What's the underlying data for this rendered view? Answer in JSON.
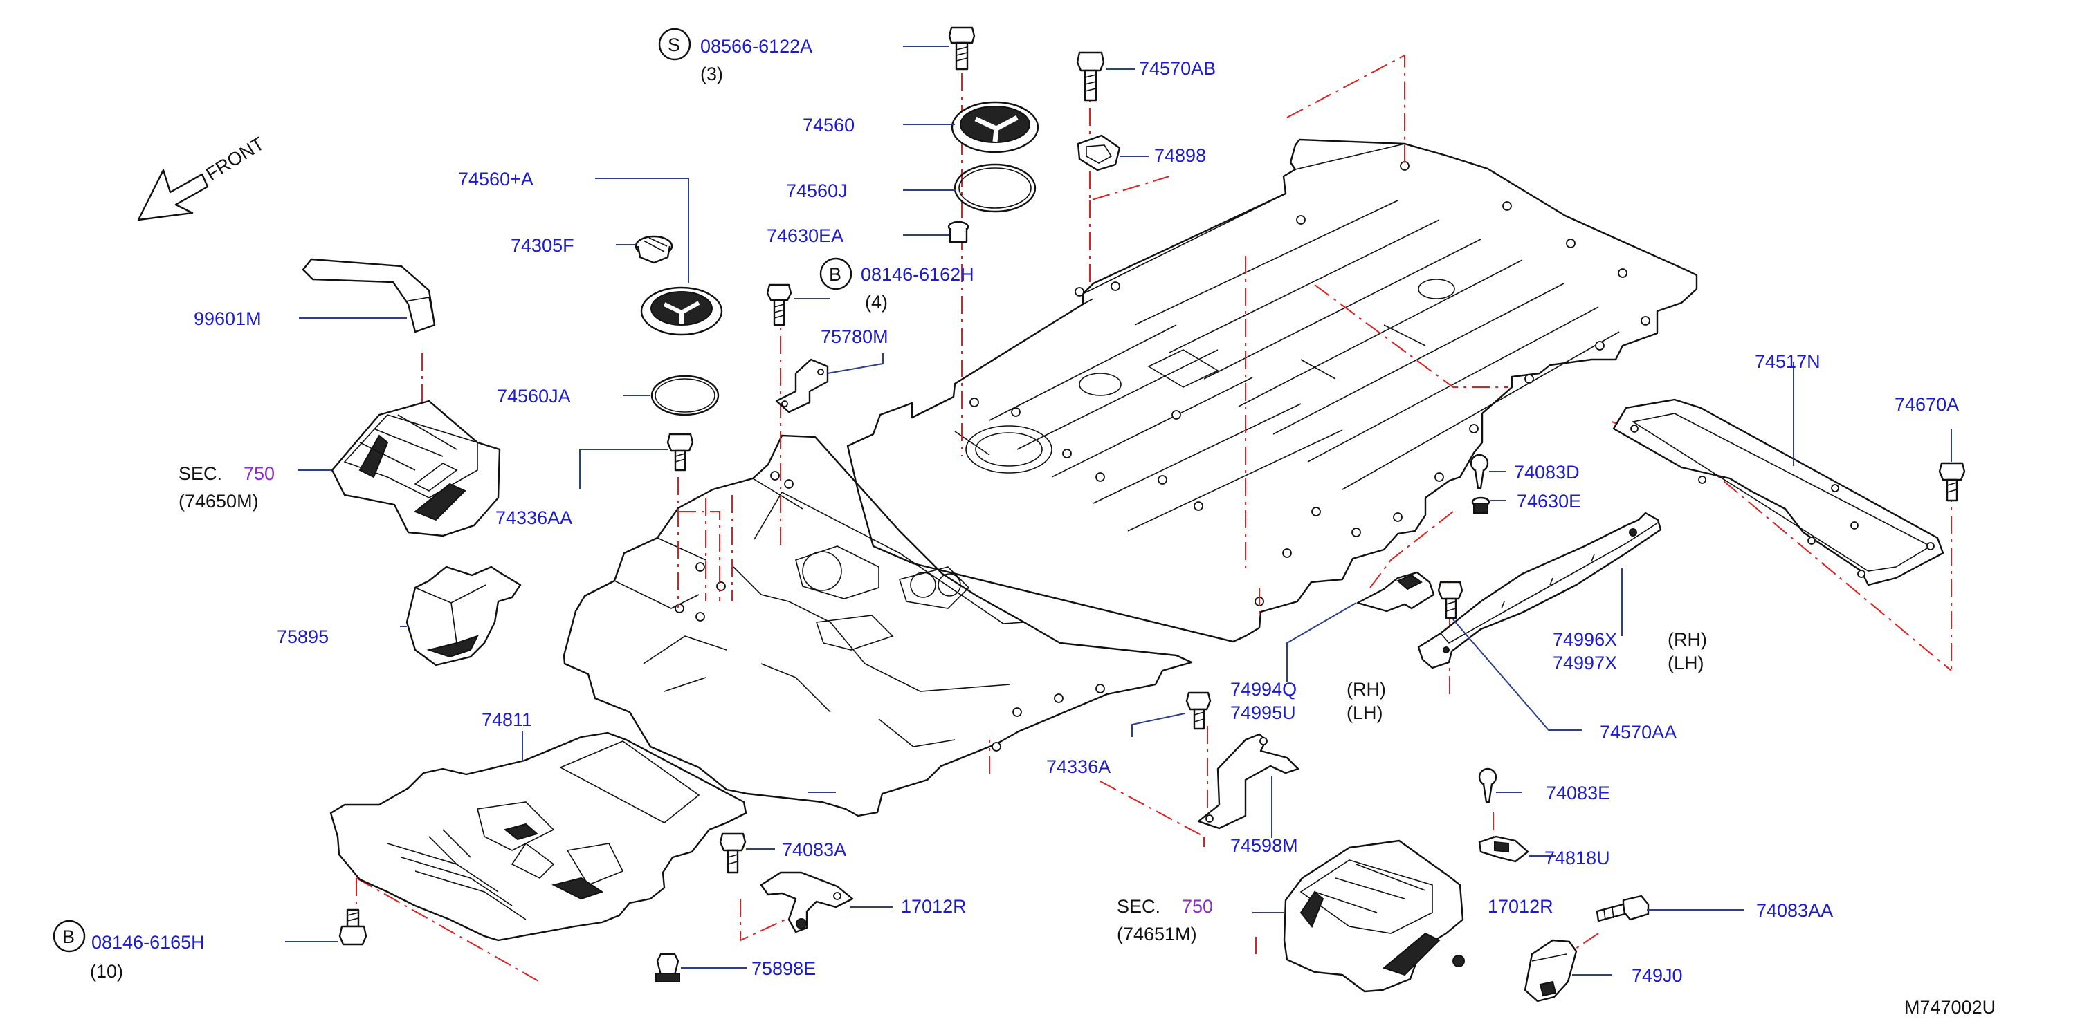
{
  "diagram_code": "M747002U",
  "front_label": "FRONT",
  "callouts": {
    "c08566": {
      "prefix": "S",
      "number": "08566-6122A",
      "qty": "(3)"
    },
    "c08146_4": {
      "prefix": "B",
      "number": "08146-6162H",
      "qty": "(4)"
    },
    "c08146_10": {
      "prefix": "B",
      "number": "08146-6165H",
      "qty": "(10)"
    },
    "sec_left": {
      "sec": "SEC.",
      "num": "750",
      "sub": "(74650M)"
    },
    "sec_right": {
      "sec": "SEC.",
      "num": "750",
      "sub": "(74651M)"
    }
  },
  "parts": {
    "p74570AB": "74570AB",
    "p74560": "74560",
    "p74898": "74898",
    "p74560J": "74560J",
    "p74560A": "74560+A",
    "p74630EA": "74630EA",
    "p74305F": "74305F",
    "p99601M": "99601M",
    "p75780M": "75780M",
    "p74560JA": "74560JA",
    "p74336AA": "74336AA",
    "p74517N": "74517N",
    "p74670A": "74670A",
    "p74083D": "74083D",
    "p74630E": "74630E",
    "p75895": "75895",
    "p74996X": "74996X",
    "p74997X": "74997X",
    "p74994Q": "74994Q",
    "p74995U": "74995U",
    "p74811": "74811",
    "p74570AA": "74570AA",
    "p74336A": "74336A",
    "p74083E": "74083E",
    "p74598M": "74598M",
    "p74083A": "74083A",
    "p74818U": "74818U",
    "p17012R_a": "17012R",
    "p17012R_b": "17012R",
    "p74083AA": "74083AA",
    "p75898E": "75898E",
    "p749J0": "749J0"
  },
  "side_labels": {
    "rh_a": "(RH)",
    "lh_a": "(LH)",
    "rh_b": "(RH)",
    "lh_b": "(LH)"
  }
}
